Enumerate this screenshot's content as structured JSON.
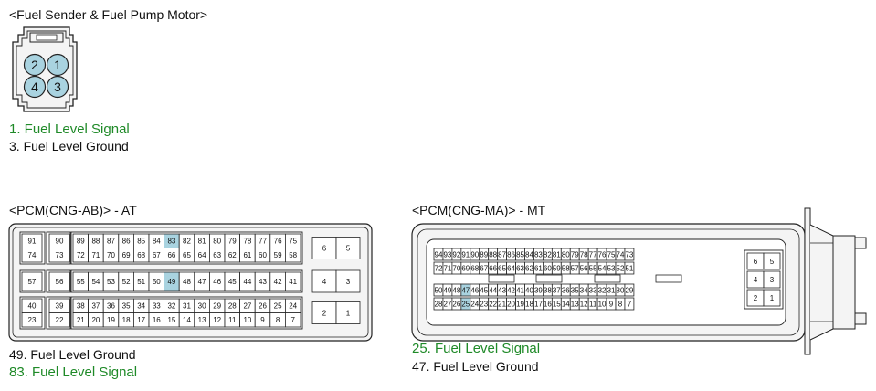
{
  "fuel_sender": {
    "title": "<Fuel Sender & Fuel Pump Motor>",
    "pins": [
      "2",
      "1",
      "4",
      "3"
    ],
    "legend": [
      {
        "text": "1. Fuel Level Signal",
        "highlight": true
      },
      {
        "text": "3. Fuel Level Ground",
        "highlight": false
      }
    ]
  },
  "pcm_at": {
    "title": "<PCM(CNG-AB)> - AT",
    "highlighted_pins": [
      "83",
      "49"
    ],
    "groups": [
      {
        "rows": [
          [
            "91",
            "74"
          ],
          [
            "90",
            "73"
          ]
        ],
        "main": [
          [
            "89",
            "88",
            "87",
            "86",
            "85",
            "84",
            "83",
            "82",
            "81",
            "80",
            "79",
            "78",
            "77",
            "76",
            "75"
          ],
          [
            "72",
            "71",
            "70",
            "69",
            "68",
            "67",
            "66",
            "65",
            "64",
            "63",
            "62",
            "61",
            "60",
            "59",
            "58"
          ]
        ],
        "side": [
          [
            "6",
            "5"
          ]
        ]
      },
      {
        "rows": [
          [
            "57"
          ],
          [
            "56"
          ]
        ],
        "main": [
          [
            "55",
            "54",
            "53",
            "52",
            "51",
            "50",
            "49",
            "48",
            "47",
            "46",
            "45",
            "44",
            "43",
            "42",
            "41"
          ]
        ],
        "side": [
          [
            "4",
            "3"
          ]
        ]
      },
      {
        "rows": [
          [
            "40",
            "23"
          ],
          [
            "39",
            "22"
          ]
        ],
        "main": [
          [
            "38",
            "37",
            "36",
            "35",
            "34",
            "33",
            "32",
            "31",
            "30",
            "29",
            "28",
            "27",
            "26",
            "25",
            "24"
          ],
          [
            "21",
            "20",
            "19",
            "18",
            "17",
            "16",
            "15",
            "14",
            "13",
            "12",
            "11",
            "10",
            "9",
            "8",
            "7"
          ]
        ],
        "side": [
          [
            "2",
            "1"
          ]
        ]
      }
    ],
    "legend": [
      {
        "text": "49. Fuel Level Ground",
        "highlight": false
      },
      {
        "text": "83. Fuel Level Signal",
        "highlight": true
      }
    ]
  },
  "pcm_mt": {
    "title": "<PCM(CNG-MA)> - MT",
    "highlighted_pins": [
      "47",
      "25"
    ],
    "main_rows": [
      [
        "94",
        "93",
        "92",
        "91",
        "90",
        "89",
        "88",
        "87",
        "86",
        "85",
        "84",
        "83",
        "82",
        "81",
        "80",
        "79",
        "78",
        "77",
        "76",
        "75",
        "74",
        "73"
      ],
      [
        "72",
        "71",
        "70",
        "69",
        "68",
        "67",
        "66",
        "65",
        "64",
        "63",
        "62",
        "61",
        "60",
        "59",
        "58",
        "57",
        "56",
        "55",
        "54",
        "53",
        "52",
        "51"
      ],
      [
        "50",
        "49",
        "48",
        "47",
        "46",
        "45",
        "44",
        "43",
        "42",
        "41",
        "40",
        "39",
        "38",
        "37",
        "36",
        "35",
        "34",
        "33",
        "32",
        "31",
        "30",
        "29"
      ],
      [
        "28",
        "27",
        "26",
        "25",
        "24",
        "23",
        "22",
        "21",
        "20",
        "19",
        "18",
        "17",
        "16",
        "15",
        "14",
        "13",
        "12",
        "11",
        "10",
        "9",
        "8",
        "7"
      ]
    ],
    "side_rows": [
      [
        "6",
        "5"
      ],
      [
        "4",
        "3"
      ],
      [
        "2",
        "1"
      ]
    ],
    "legend": [
      {
        "text": "25. Fuel Level Signal",
        "highlight": true
      },
      {
        "text": "47. Fuel Level Ground",
        "highlight": false
      }
    ]
  },
  "colors": {
    "highlight_fill": "#a9d3e0",
    "connector_fill": "#f4f4f4",
    "signal_text": "#1f8a28"
  }
}
